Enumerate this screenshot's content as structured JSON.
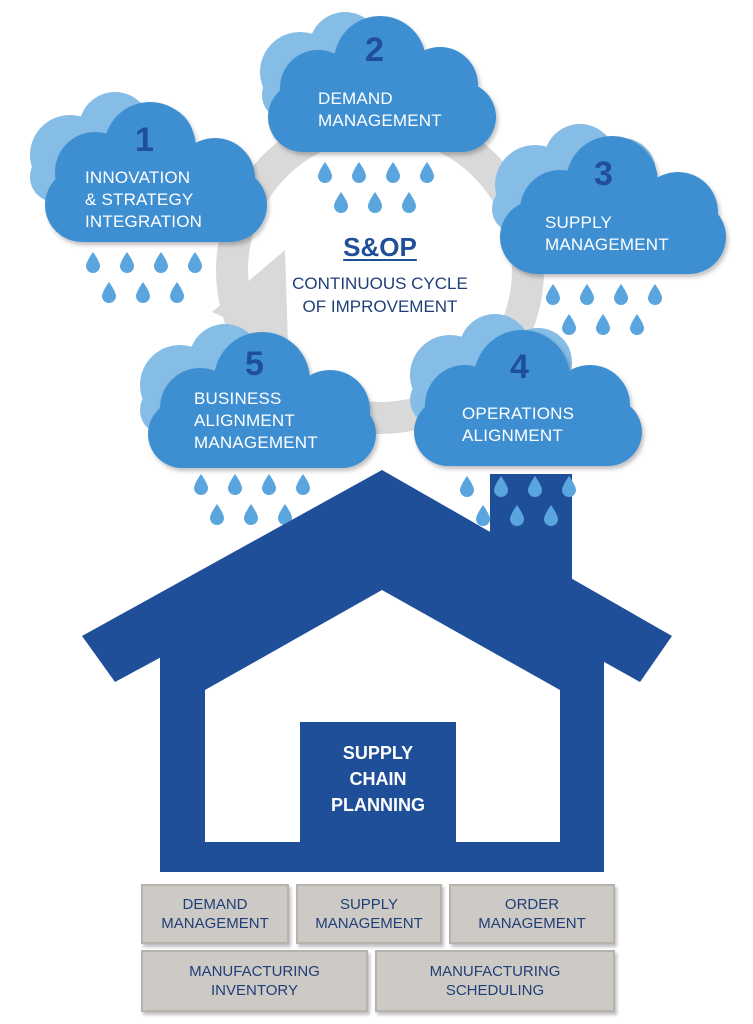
{
  "colors": {
    "cloud_front": "#3d8fd1",
    "cloud_back": "#86bde6",
    "raindrop": "#5aa5dd",
    "number": "#1f4f99",
    "house": "#1f4f99",
    "cycle_arrow": "#d9d9d9",
    "brick": "#cdc9c4"
  },
  "center": {
    "title": "S&OP",
    "subtitle_line1": "CONTINUOUS CYCLE",
    "subtitle_line2": "OF IMPROVEMENT"
  },
  "clouds": [
    {
      "number": "1",
      "lines": [
        "INNOVATION",
        "& STRATEGY",
        "INTEGRATION"
      ]
    },
    {
      "number": "2",
      "lines": [
        "DEMAND",
        "MANAGEMENT"
      ]
    },
    {
      "number": "3",
      "lines": [
        "SUPPLY",
        "MANAGEMENT"
      ]
    },
    {
      "number": "4",
      "lines": [
        "OPERATIONS",
        "ALIGNMENT"
      ]
    },
    {
      "number": "5",
      "lines": [
        "BUSINESS",
        "ALIGNMENT",
        "MANAGEMENT"
      ]
    }
  ],
  "house": {
    "label_lines": [
      "SUPPLY",
      "CHAIN",
      "PLANNING"
    ]
  },
  "foundation": [
    {
      "lines": [
        "DEMAND",
        "MANAGEMENT"
      ]
    },
    {
      "lines": [
        "SUPPLY",
        "MANAGEMENT"
      ]
    },
    {
      "lines": [
        "ORDER",
        "MANAGEMENT"
      ]
    },
    {
      "lines": [
        "MANUFACTURING",
        "INVENTORY"
      ]
    },
    {
      "lines": [
        "MANUFACTURING",
        "SCHEDULING"
      ]
    }
  ]
}
